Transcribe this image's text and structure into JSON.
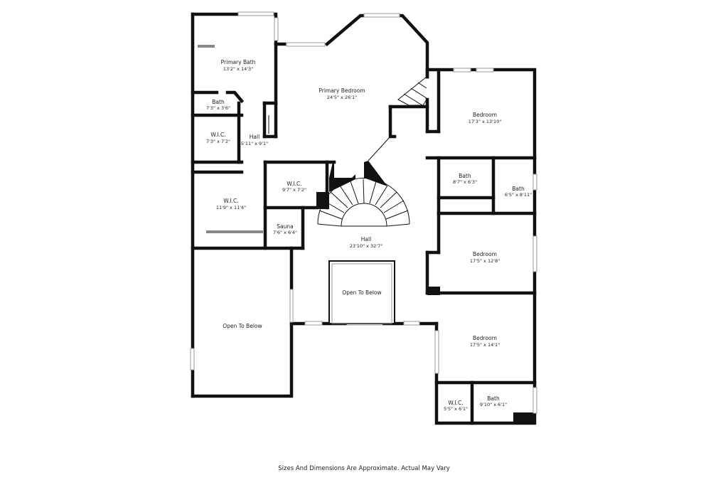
{
  "rooms": [
    {
      "id": "primary-bath",
      "name": "Primary Bath",
      "dims": "13'2\" x 14'3\""
    },
    {
      "id": "bath-1",
      "name": "Bath",
      "dims": "7'3\" x 3'6\""
    },
    {
      "id": "wic-1",
      "name": "W.I.C.",
      "dims": "7'3\" x 7'2\""
    },
    {
      "id": "hall-small",
      "name": "Hall",
      "dims": "5'11\" x 9'1\""
    },
    {
      "id": "primary-bedroom",
      "name": "Primary Bedroom",
      "dims": "24'5\" x 26'1\""
    },
    {
      "id": "bedroom-1",
      "name": "Bedroom",
      "dims": "17'3\" x 13'10\""
    },
    {
      "id": "wic-2",
      "name": "W.I.C.",
      "dims": "9'7\" x 7'2\""
    },
    {
      "id": "wic-3",
      "name": "W.I.C.",
      "dims": "11'9\" x 11'4\""
    },
    {
      "id": "sauna",
      "name": "Sauna",
      "dims": "7'6\" x 6'4\""
    },
    {
      "id": "bath-2",
      "name": "Bath",
      "dims": "8'7\" x 6'3\""
    },
    {
      "id": "bath-3",
      "name": "Bath",
      "dims": "6'5\" x 8'11\""
    },
    {
      "id": "hall-main",
      "name": "Hall",
      "dims": "23'10\" x 32'7\""
    },
    {
      "id": "bedroom-2",
      "name": "Bedroom",
      "dims": "17'5\" x 12'8\""
    },
    {
      "id": "bedroom-3",
      "name": "Bedroom",
      "dims": "17'5\" x 14'1\""
    },
    {
      "id": "wic-4",
      "name": "W.I.C.",
      "dims": "5'5\" x 6'1\""
    },
    {
      "id": "bath-4",
      "name": "Bath",
      "dims": "9'10\" x 6'1\""
    }
  ],
  "open_areas": {
    "center": "Open To Below",
    "left": "Open To Below"
  },
  "disclaimer": "Sizes And Dimensions Are Approximate. Actual May Vary"
}
